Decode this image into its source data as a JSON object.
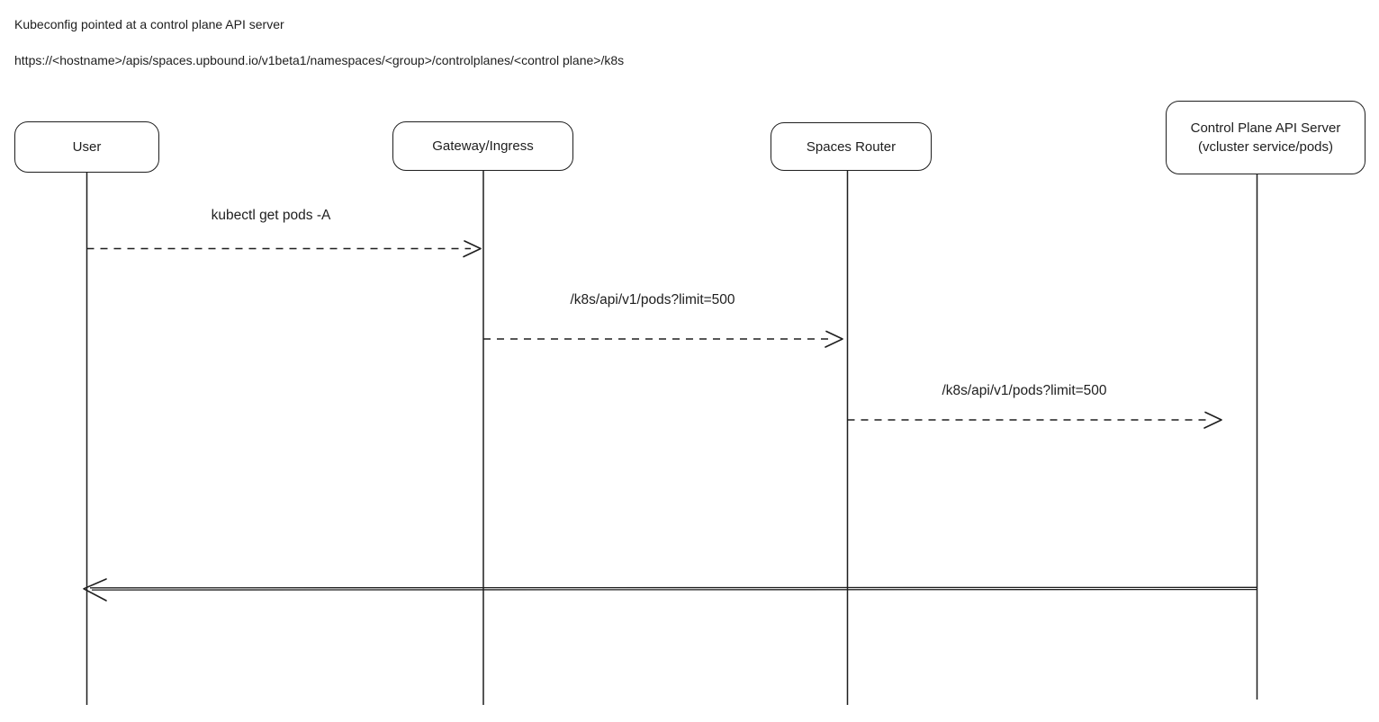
{
  "header": {
    "line1": "Kubeconfig pointed at a control plane API server",
    "line2": "https://<hostname>/apis/spaces.upbound.io/v1beta1/namespaces/<group>/controlplanes/<control plane>/k8s"
  },
  "diagram": {
    "type": "sequence",
    "colors": {
      "stroke": "#1e1e1e",
      "background": "#ffffff"
    },
    "actors": [
      {
        "id": "user",
        "label": "User"
      },
      {
        "id": "gateway-ingress",
        "label": "Gateway/Ingress"
      },
      {
        "id": "spaces-router",
        "label": "Spaces Router"
      },
      {
        "id": "control-plane-api-server",
        "label": "Control Plane API Server",
        "sublabel": "(vcluster service/pods)"
      }
    ],
    "messages": [
      {
        "from": "user",
        "to": "gateway-ingress",
        "label": "kubectl get pods -A",
        "line": "dashed"
      },
      {
        "from": "gateway-ingress",
        "to": "spaces-router",
        "label": "/k8s/api/v1/pods?limit=500",
        "line": "dashed"
      },
      {
        "from": "spaces-router",
        "to": "control-plane-api-server",
        "label": "/k8s/api/v1/pods?limit=500",
        "line": "dashed"
      },
      {
        "from": "control-plane-api-server",
        "to": "user",
        "label": "",
        "line": "solid"
      }
    ]
  }
}
